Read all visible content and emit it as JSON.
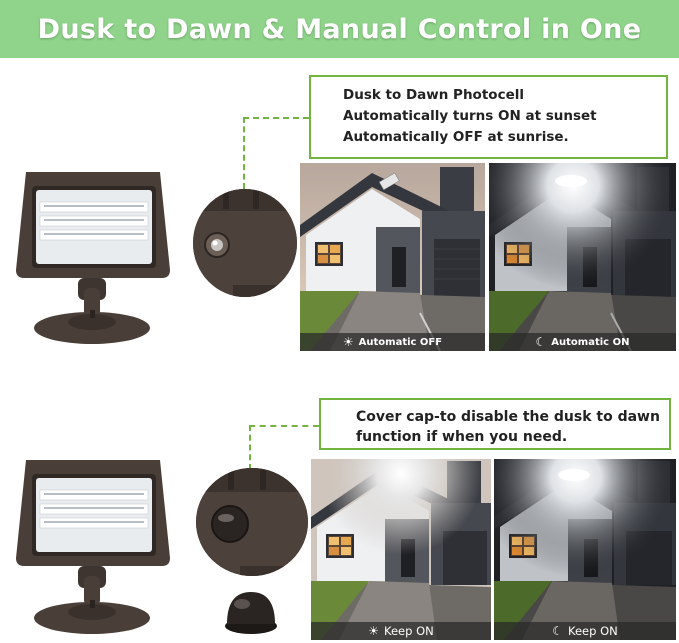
{
  "banner": {
    "title": "Dusk to Dawn & Manual Control in One"
  },
  "section_top": {
    "callout_lines": [
      "Dusk to Dawn Photocell",
      "Automatically turns ON at sunset",
      "Automatically OFF at sunrise."
    ],
    "captions": [
      {
        "icon": "sun-icon",
        "glyph": "☀",
        "label": "Automatic OFF"
      },
      {
        "icon": "moon-icon",
        "glyph": "☾",
        "label": "Automatic ON"
      }
    ]
  },
  "section_bottom": {
    "callout_lines": [
      "Cover cap-to disable the dusk to dawn",
      "function if when you need."
    ],
    "captions": [
      {
        "icon": "sun-icon",
        "glyph": "☀",
        "label": "Keep ON"
      },
      {
        "icon": "moon-icon",
        "glyph": "☾",
        "label": "Keep ON"
      }
    ]
  },
  "colors": {
    "banner_green": "#8fd48a",
    "callout_border": "#73b33f",
    "fixture_brown": "#4a3f38"
  }
}
